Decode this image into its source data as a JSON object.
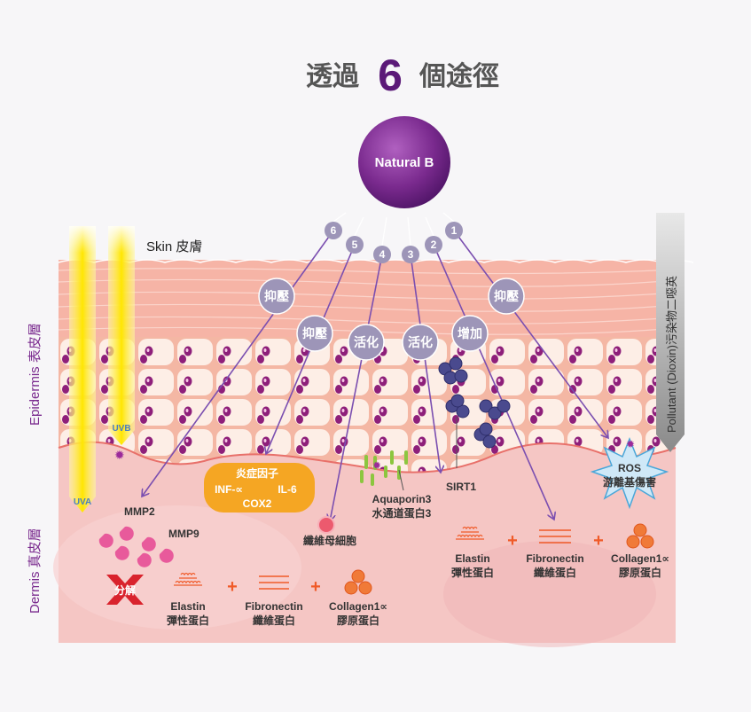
{
  "title": {
    "prefix": "透過",
    "number": "6",
    "suffix": "個途徑"
  },
  "center": {
    "label": "Natural B"
  },
  "pathway_numbers": [
    "1",
    "2",
    "3",
    "4",
    "5",
    "6"
  ],
  "actions": {
    "a6": "抑壓",
    "a5": "抑壓",
    "a4": "活化",
    "a3": "活化",
    "a2": "增加",
    "a1": "抑壓"
  },
  "layers": {
    "skin": "Skin 皮膚",
    "epidermis": "Epidermis 表皮層",
    "dermis": "Dermis 真皮層"
  },
  "rays": {
    "uva": "UVA",
    "uvb": "UVB"
  },
  "pollutant": "Pollutant (Dioxin)污染物二噁英",
  "targets": {
    "mmp2": "MMP2",
    "mmp9": "MMP9",
    "inflam_title": "炎症因子",
    "inf": "INF-∝",
    "il6": "IL-6",
    "cox2": "COX2",
    "fibroblast": "纖維母細胞",
    "aquaporin_en": "Aquaporin3",
    "aquaporin_zh": "水通道蛋白3",
    "sirt1": "SIRT1",
    "ros_en": "ROS",
    "ros_zh": "游離基傷害",
    "breakdown": "分解"
  },
  "proteins": {
    "elastin_en": "Elastin",
    "elastin_zh": "彈性蛋白",
    "fibronectin_en": "Fibronectin",
    "fibronectin_zh": "纖維蛋白",
    "collagen_en": "Collagen1∝",
    "collagen_zh": "膠原蛋白",
    "plus": "+"
  },
  "colors": {
    "purple": "#6b2a8a",
    "badge": "#9d95b8",
    "arrow": "#7b4fb0",
    "orange": "#f5a623",
    "protein": "#f05a28"
  }
}
